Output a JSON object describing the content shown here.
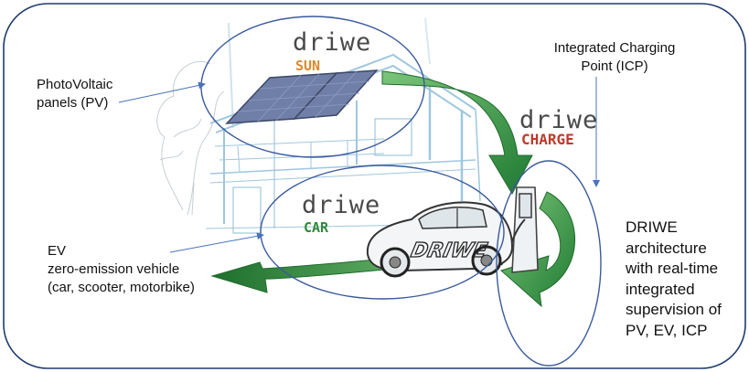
{
  "diagram": {
    "title": "",
    "labels": {
      "pv": [
        "PhotoVoltaic",
        "panels (PV)"
      ],
      "icp": [
        "Integrated Charging",
        "Point (ICP)"
      ],
      "ev": [
        "EV",
        "zero-emission vehicle",
        "(car, scooter, motorbike)"
      ],
      "driwe": [
        "DRIWE",
        "architecture",
        "with real-time",
        "integrated",
        "supervision of",
        "PV, EV, ICP"
      ]
    },
    "logos": {
      "sun": {
        "word": "driwe",
        "tag": "SUN",
        "tag_color": "#d98a2b"
      },
      "charge": {
        "word": "driwe",
        "tag": "CHARGE",
        "tag_color": "#c0392b"
      },
      "car": {
        "word": "driwe",
        "tag": "CAR",
        "tag_color": "#2e8b3a"
      },
      "car_body_text": "DRIWE"
    },
    "colors": {
      "frame": "#1f3b6e",
      "ellipse": "#3a5a9c",
      "arrow_fill": "#3b9e4a",
      "arrow_dark": "#1f6b2c",
      "panel": "#6f7fa8",
      "sketch": "#9fc7de",
      "pointer": "#4a74b8"
    }
  }
}
